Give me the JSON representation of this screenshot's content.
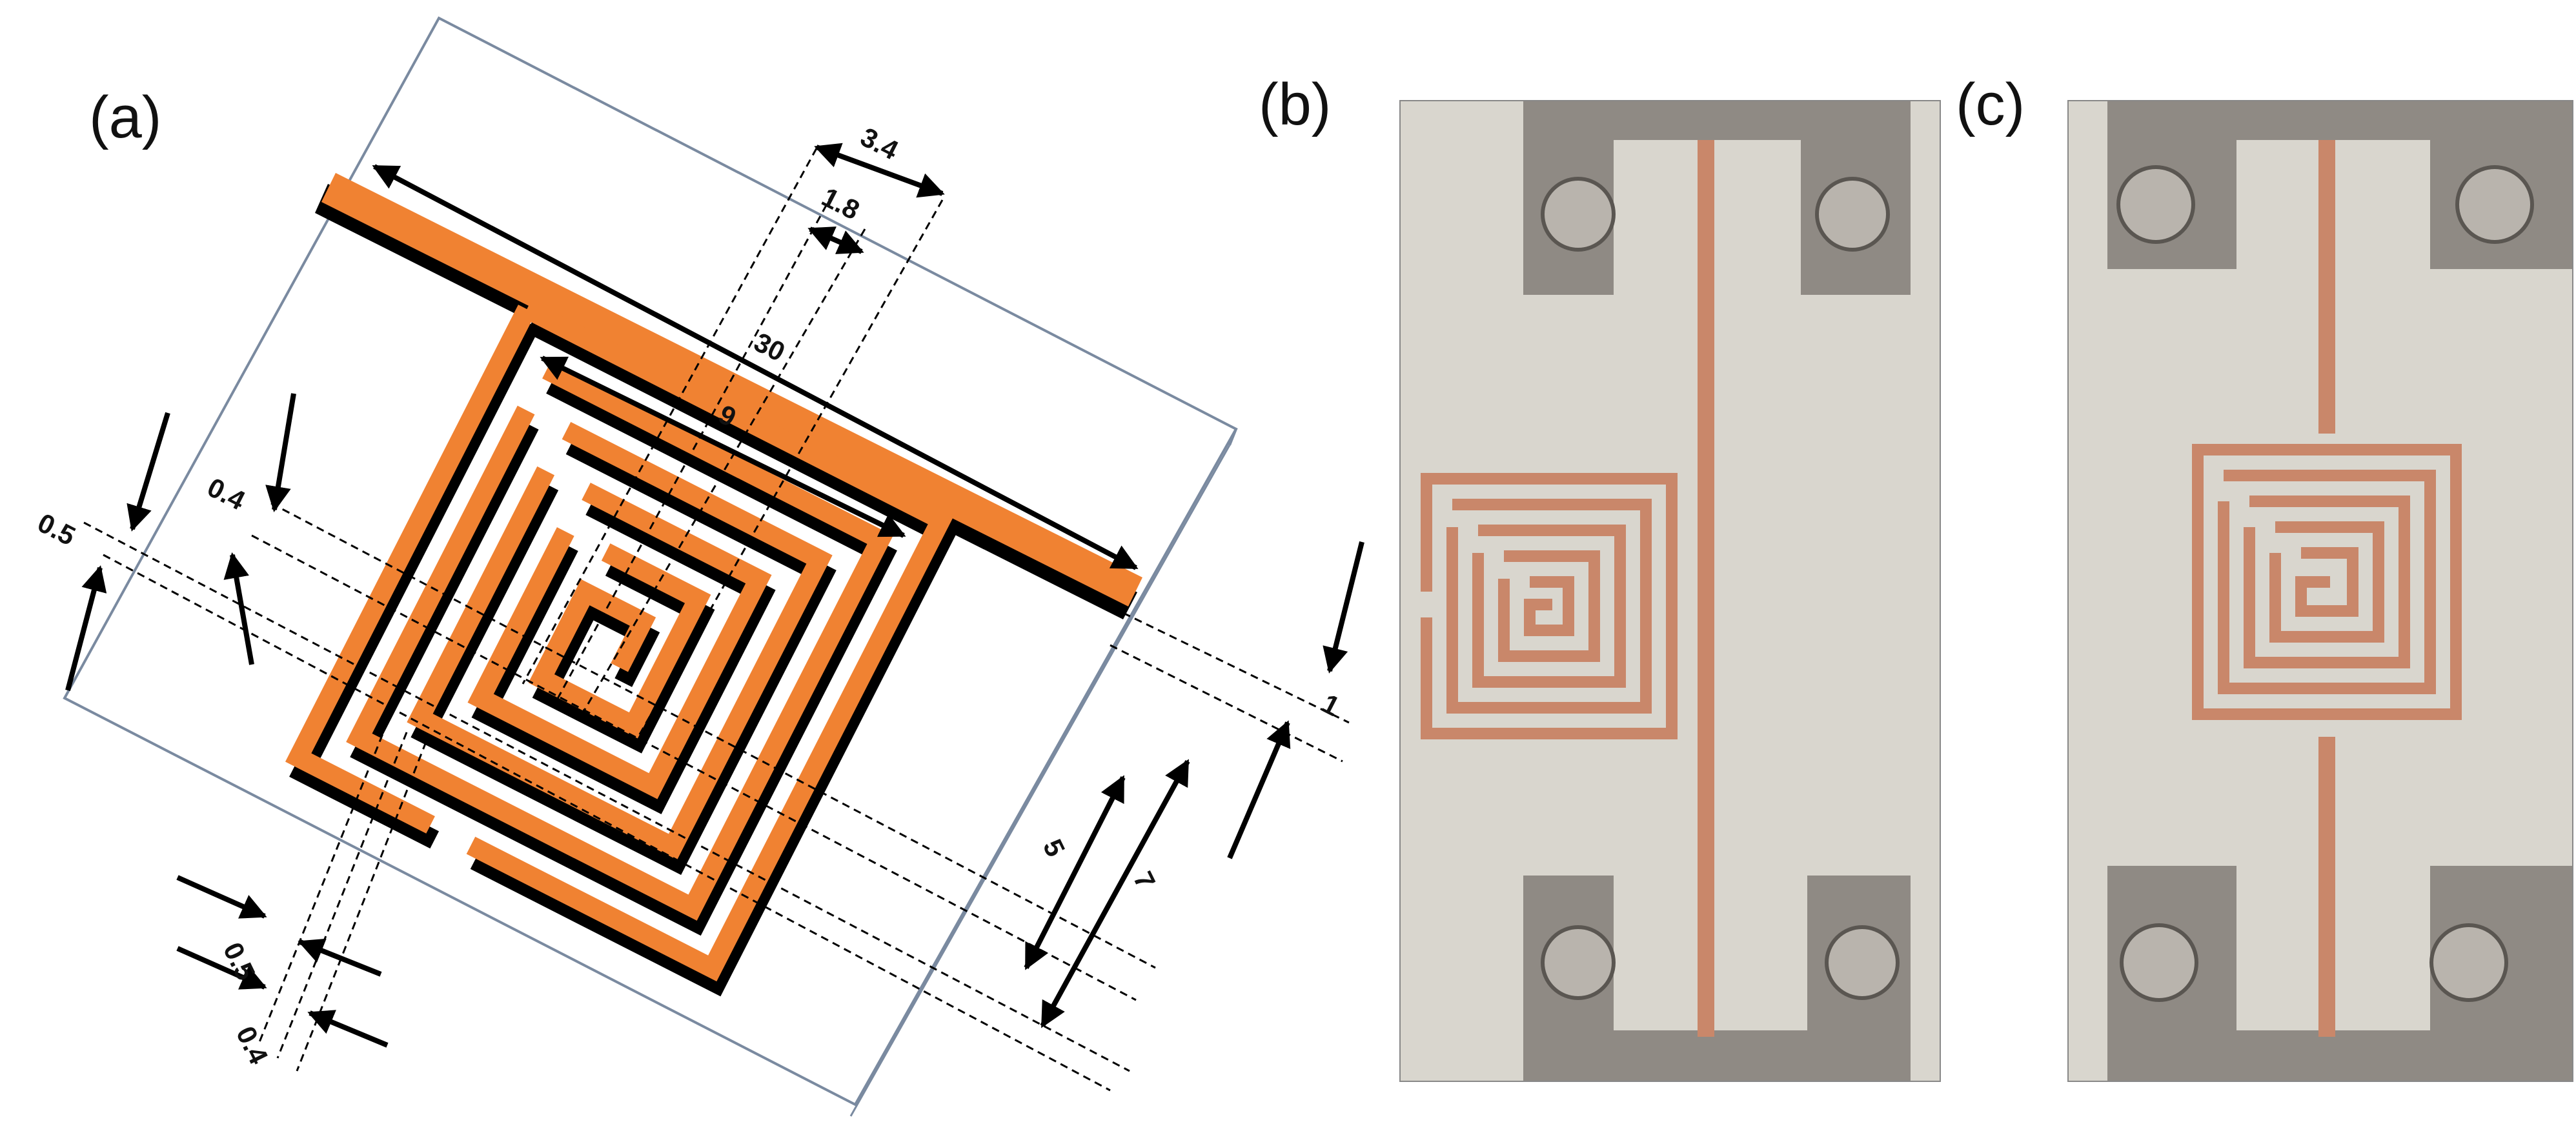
{
  "panels": {
    "a": {
      "label": "(a)"
    },
    "b": {
      "label": "(b)"
    },
    "c": {
      "label": "(c)"
    }
  },
  "dimensions": {
    "d_3_4": "3.4",
    "d_1_8": "1.8",
    "d_30": "30",
    "d_9": "9",
    "d_0_4_left": "0.4",
    "d_0_5_left": "0.5",
    "d_1": "1",
    "d_5": "5",
    "d_7": "7",
    "d_0_5_bottom": "0.5",
    "d_0_4_bottom": "0.4"
  },
  "colors": {
    "copper_trace": "#f08232",
    "trace_shadow": "#000000",
    "substrate_edge": "#7a8aa0",
    "photo_board": "#d9d6ce",
    "photo_copper": "#c9876a",
    "photo_metal": "#8f8a84"
  }
}
